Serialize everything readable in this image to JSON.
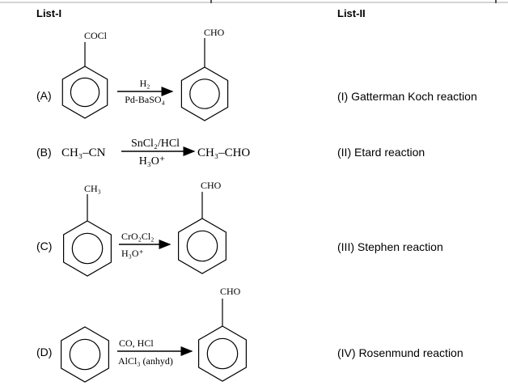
{
  "headers": {
    "list1": "List-I",
    "list2": "List-II"
  },
  "list1": [
    {
      "label": "(A)",
      "reactant": {
        "type": "benzene",
        "substituent": "COCl"
      },
      "reagent_top": "H₂",
      "reagent_bottom": "Pd-BaSO₄",
      "product": {
        "type": "benzene",
        "substituent": "CHO"
      }
    },
    {
      "label": "(B)",
      "reactant_text": "CH₃–CN",
      "reagent_top": "SnCl₂/HCl",
      "reagent_bottom": "H₃O⁺",
      "product_text": "CH₃–CHO"
    },
    {
      "label": "(C)",
      "reactant": {
        "type": "benzene",
        "substituent": "CH₃"
      },
      "reagent_top": "CrO₂Cl₂",
      "reagent_bottom": "H₃O⁺",
      "product": {
        "type": "benzene",
        "substituent": "CHO"
      }
    },
    {
      "label": "(D)",
      "reactant": {
        "type": "benzene",
        "substituent": ""
      },
      "reagent_top": "CO, HCl",
      "reagent_bottom": "AlCl₃ (anhyd)",
      "product": {
        "type": "benzene",
        "substituent": "CHO"
      }
    }
  ],
  "list2": [
    "(I) Gatterman Koch reaction",
    "(II) Etard reaction",
    "(III) Stephen reaction",
    "(IV) Rosenmund reaction"
  ]
}
